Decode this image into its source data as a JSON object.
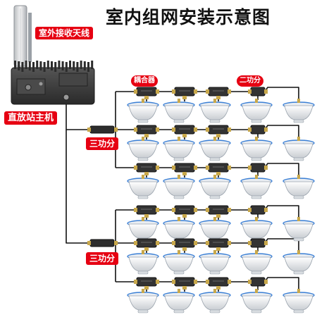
{
  "title": "室内组网安装示意图",
  "labels": {
    "outdoor_antenna": "室外接收天线",
    "repeater_host": "直放站主机",
    "three_way_splitter_top": "三功分",
    "three_way_splitter_bottom": "三功分",
    "coupler": "耦合器",
    "two_way_splitter": "二功分"
  },
  "colors": {
    "label_bg": "#e60012",
    "label_text": "#ffffff",
    "cable": "#111111",
    "antenna_ring": "#3a7fd5",
    "host_body": "#3c3c3c"
  },
  "icons": [
    "panel-antenna-icon",
    "repeater-host-icon",
    "coupler-icon",
    "splitter-icon",
    "ceiling-antenna-icon"
  ]
}
